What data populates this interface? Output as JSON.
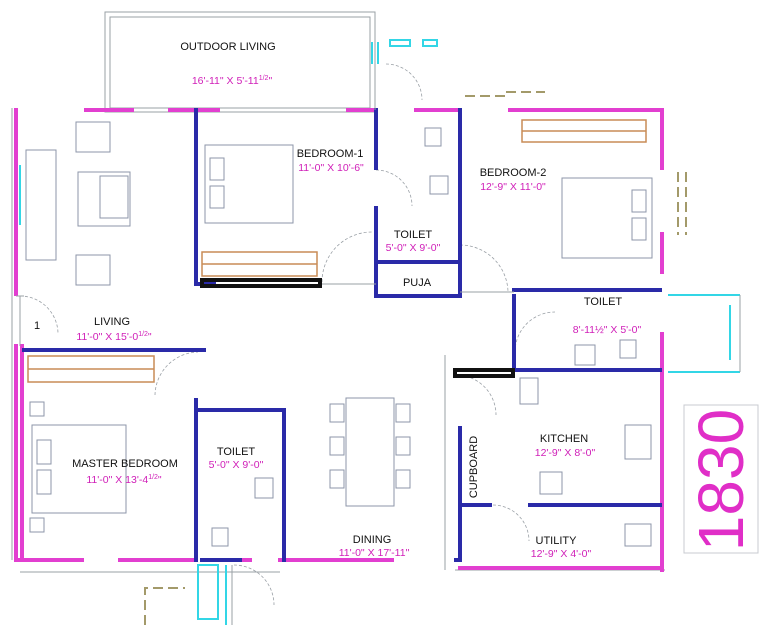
{
  "rooms": {
    "outdoor_living": {
      "name": "OUTDOOR LIVING",
      "w": "16'-11\"",
      "h": "5'-11",
      "frac": "1/2",
      "frac_inch": "\""
    },
    "bedroom1": {
      "name": "BEDROOM-1",
      "dim": "11'-0\" X 10'-6\""
    },
    "toilet_b1": {
      "name": "TOILET",
      "dim": "5'-0\" X 9'-0\""
    },
    "bedroom2": {
      "name": "BEDROOM-2",
      "dim": "12'-9\" X 11'-0\""
    },
    "puja": {
      "name": "PUJA"
    },
    "toilet_b2": {
      "name": "TOILET",
      "dim": "8'-11½\" X 5'-0\""
    },
    "living": {
      "name": "LIVING",
      "w": "11'-0\"",
      "h": "15'-0",
      "frac": "1/2",
      "frac_inch": "\""
    },
    "master_bedroom": {
      "name": "MASTER BEDROOM",
      "w": "11'-0\"",
      "h": "13'-4",
      "frac": "1/2",
      "frac_inch": "\""
    },
    "toilet_master": {
      "name": "TOILET",
      "dim": "5'-0\" X 9'-0\""
    },
    "dining": {
      "name": "DINING",
      "dim": "11'-0\" X 17'-11\""
    },
    "kitchen": {
      "name": "KITCHEN",
      "dim": "12'-9\" X 8'-0\""
    },
    "cupboard": {
      "name": "CUPBOARD"
    },
    "utility": {
      "name": "UTILITY",
      "dim": "12'-9\" X 4'-0\""
    }
  },
  "entrance_number": "1",
  "area_label": "1830",
  "colors": {
    "exterior_wall": "#e23fd0",
    "interior_wall": "#2a2aa8",
    "window": "#33d6e6",
    "dimension_text": "#d01fb8",
    "area_text": "#e02ec7"
  }
}
